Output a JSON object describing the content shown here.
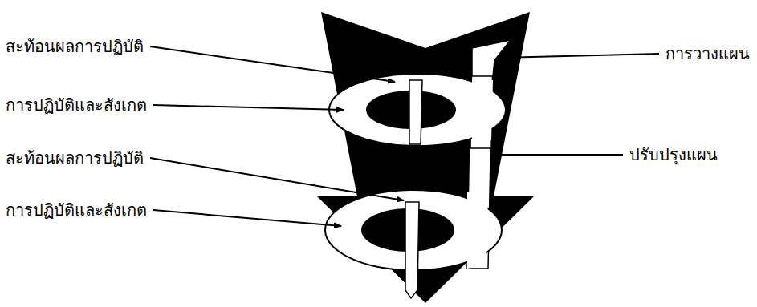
{
  "diagram": {
    "labels": [
      "สะท้อนผลการปฏิบัติ",
      "การวางแผน",
      "การปฏิบัติและสังเกต",
      "สะท้อนผลการปฏิบัติ",
      "ปรับปรุงแผน",
      "การปฏิบัติและสังเกต"
    ]
  }
}
